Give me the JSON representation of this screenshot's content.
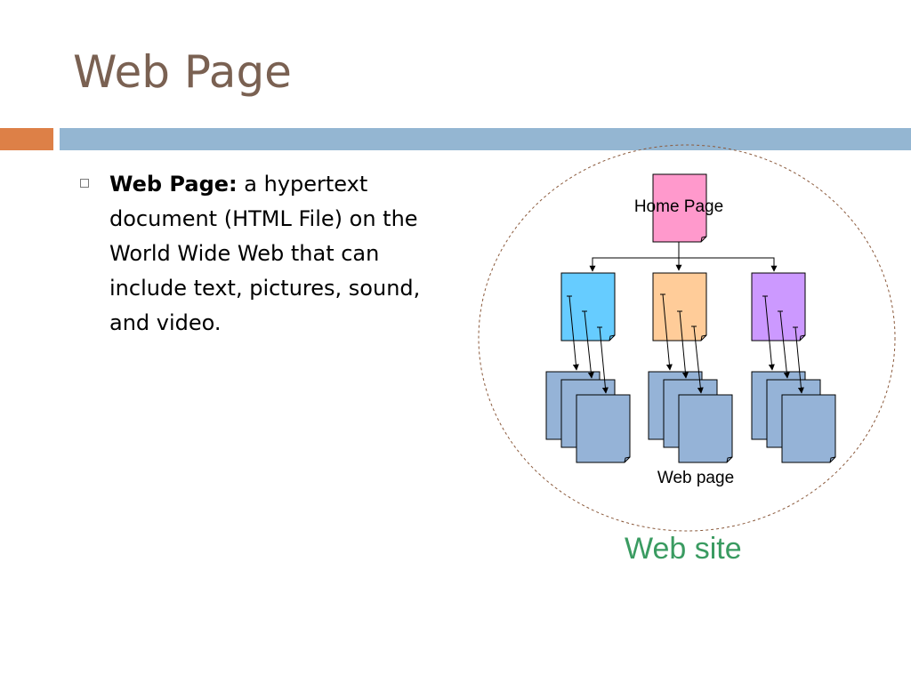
{
  "slide": {
    "title": "Web Page",
    "bullet": {
      "term": "Web Page",
      "colon": ":",
      "definition": " a hypertext document (HTML File) on the World Wide Web that can include text, pictures, sound, and video."
    }
  },
  "diagram": {
    "home_label": "Home Page",
    "web_page_label": "Web page",
    "site_label": "Web site",
    "colors": {
      "home": "#ff99cc",
      "level1": [
        "#66ccff",
        "#ffcc99",
        "#cc99ff"
      ],
      "leaf": "#95b3d7",
      "circle": "#8b5a3c",
      "site_label": "#3a9b61"
    }
  }
}
